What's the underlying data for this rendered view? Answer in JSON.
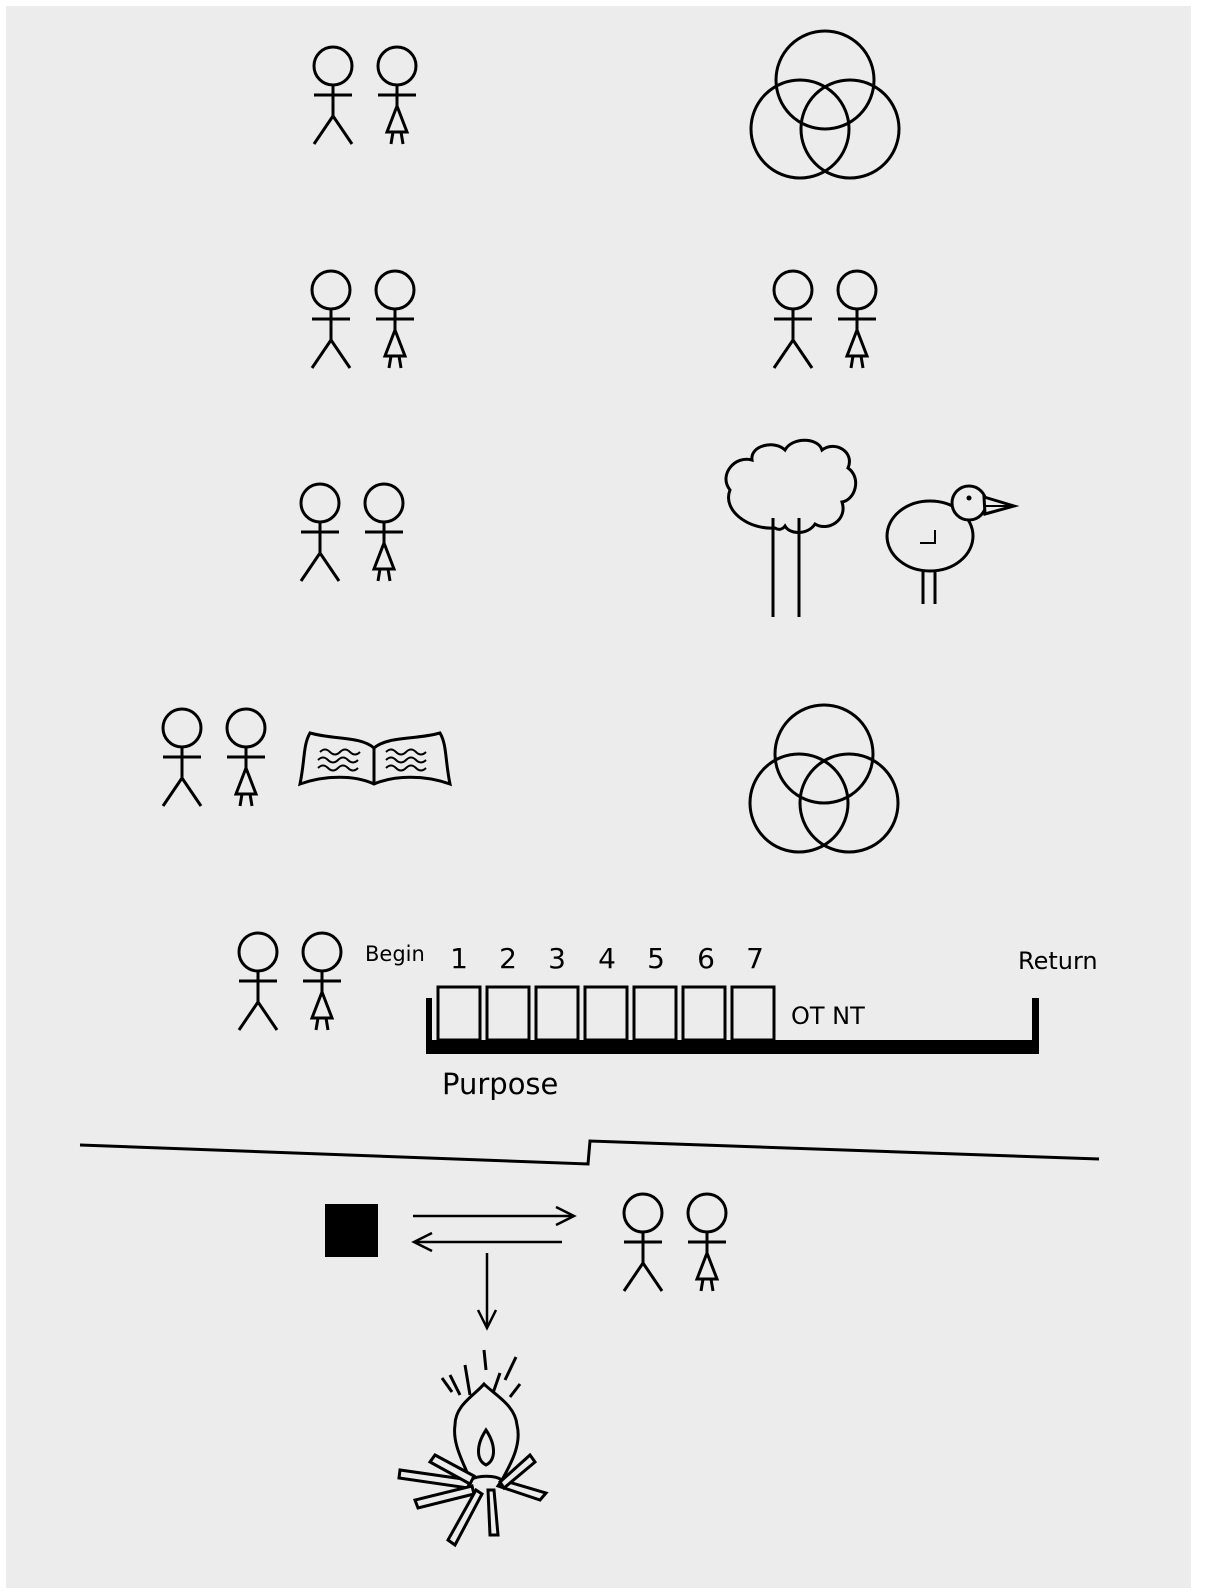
{
  "diagram": {
    "colors": {
      "ink": "#000000",
      "background": "#ececec"
    },
    "timeline": {
      "begin_label": "Begin",
      "return_label": "Return",
      "box_numbers": [
        "1",
        "2",
        "3",
        "4",
        "5",
        "6",
        "7"
      ],
      "testament_label": "OT NT",
      "purpose_label": "Purpose"
    },
    "icons": [
      "couple-icon",
      "trinity-circles-icon",
      "tree-icon",
      "bird-icon",
      "open-book-icon",
      "black-square-icon",
      "campfire-icon"
    ]
  }
}
